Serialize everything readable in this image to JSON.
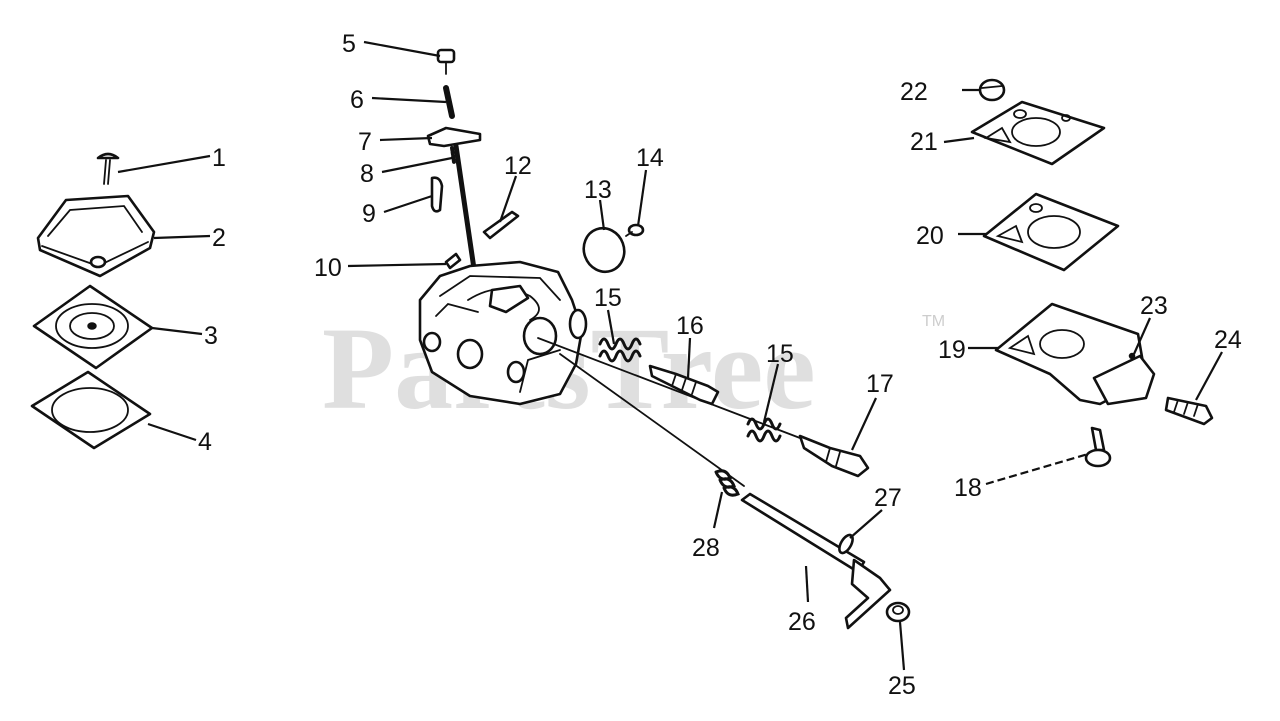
{
  "watermark": {
    "text": "PartsTree",
    "trademark": "TM"
  },
  "callouts": [
    "1",
    "2",
    "3",
    "4",
    "5",
    "6",
    "7",
    "8",
    "9",
    "10",
    "12",
    "13",
    "14",
    "15",
    "15",
    "16",
    "17",
    "18",
    "19",
    "20",
    "21",
    "22",
    "23",
    "24",
    "25",
    "26",
    "27",
    "28"
  ],
  "colors": {
    "ink": "#111111",
    "paper": "#ffffff",
    "watermark": "#9c9c9c"
  }
}
